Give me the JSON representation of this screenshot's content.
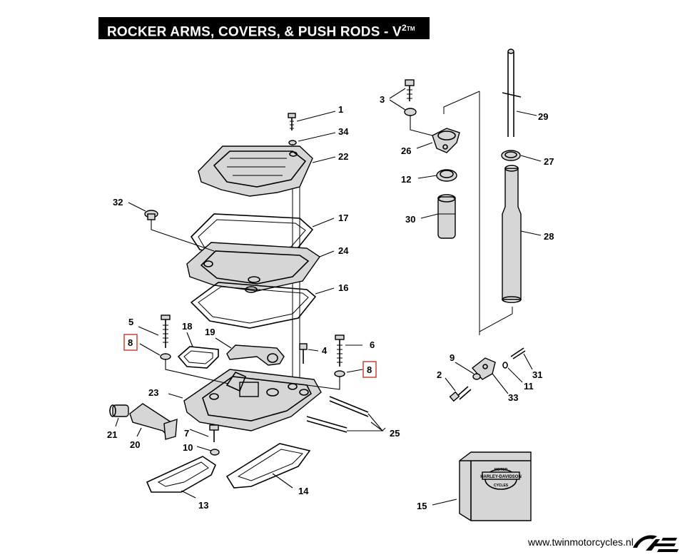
{
  "title": {
    "main": "ROCKER ARMS, COVERS, & PUSH RODS - V",
    "sup": "2",
    "tm": "TM"
  },
  "box_text": {
    "brand_top": "MOTOR",
    "brand_mid": "HARLEY-DAVIDSON",
    "brand_bottom": "CYCLES"
  },
  "footer": {
    "url": "www.twinmotorcycles.nl"
  },
  "parts": [
    {
      "id": "1"
    },
    {
      "id": "34"
    },
    {
      "id": "22"
    },
    {
      "id": "32"
    },
    {
      "id": "17"
    },
    {
      "id": "24"
    },
    {
      "id": "16"
    },
    {
      "id": "5"
    },
    {
      "id": "18"
    },
    {
      "id": "19"
    },
    {
      "id": "4"
    },
    {
      "id": "6"
    },
    {
      "id": "8"
    },
    {
      "id": "8"
    },
    {
      "id": "23"
    },
    {
      "id": "21"
    },
    {
      "id": "20"
    },
    {
      "id": "7"
    },
    {
      "id": "10"
    },
    {
      "id": "13"
    },
    {
      "id": "14"
    },
    {
      "id": "25"
    },
    {
      "id": "3"
    },
    {
      "id": "26"
    },
    {
      "id": "12"
    },
    {
      "id": "30"
    },
    {
      "id": "29"
    },
    {
      "id": "27"
    },
    {
      "id": "28"
    },
    {
      "id": "9"
    },
    {
      "id": "2"
    },
    {
      "id": "33"
    },
    {
      "id": "11"
    },
    {
      "id": "31"
    },
    {
      "id": "15"
    }
  ],
  "colors": {
    "highlight_box": "#c0392b",
    "title_bg": "#000000"
  }
}
